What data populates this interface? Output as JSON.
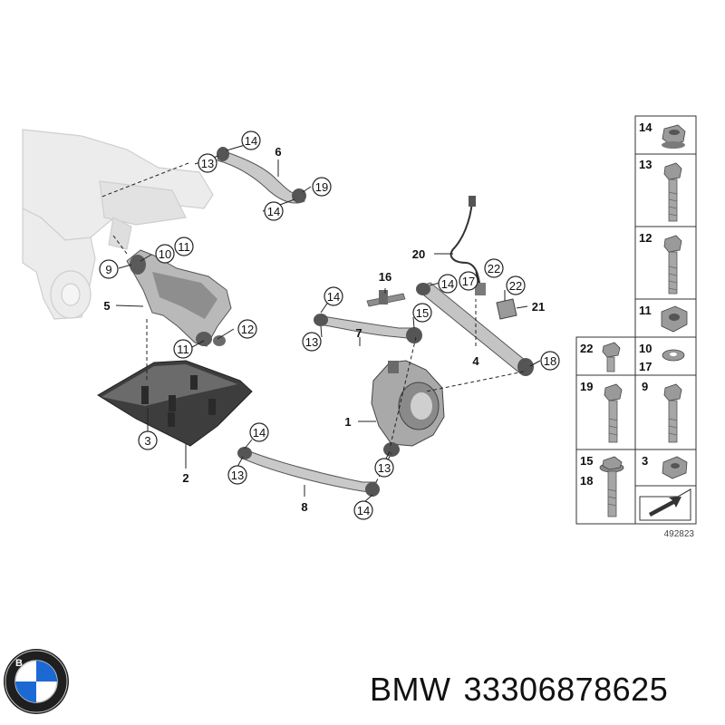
{
  "brand": "BMW",
  "part_number": "33306878625",
  "diagram_ref": "492823",
  "callouts": {
    "c1": "1",
    "c2": "2",
    "c3": "3",
    "c4": "4",
    "c5": "5",
    "c6": "6",
    "c7": "7",
    "c8": "8",
    "c9": "9",
    "c10": "10",
    "c11a": "11",
    "c11b": "11",
    "c12": "12",
    "c13a": "13",
    "c13b": "13",
    "c13c": "13",
    "c13d": "13",
    "c14a": "14",
    "c14b": "14",
    "c14c": "14",
    "c14d": "14",
    "c14e": "14",
    "c15": "15",
    "c16": "16",
    "c17": "17",
    "c18": "18",
    "c19": "19",
    "c20": "20",
    "c21": "21",
    "c22a": "22",
    "c22b": "22"
  },
  "parts_table": {
    "r14": "14",
    "r13": "13",
    "r12": "12",
    "r11": "11",
    "r22": "22",
    "r10": "10",
    "r17": "17",
    "r19": "19",
    "r9": "9",
    "r15": "15",
    "r18": "18",
    "r3": "3"
  },
  "colors": {
    "line": "#222222",
    "part_fill": "#bdbdbd",
    "part_dark": "#6e6e6e",
    "frame_fill": "#e6e6e6"
  }
}
